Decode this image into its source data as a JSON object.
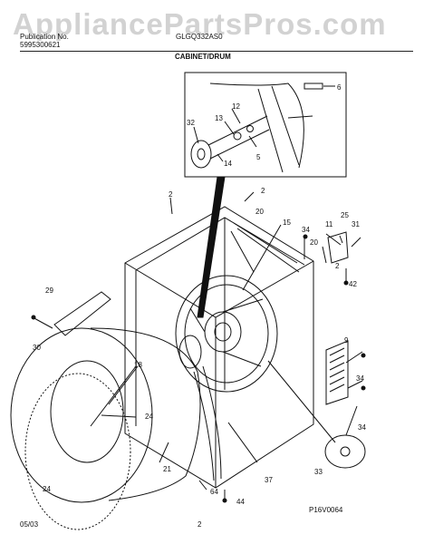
{
  "watermark": "AppliancePartsPros.com",
  "header": {
    "pub_label": "Publication No.",
    "pub_number": "5995300621",
    "model": "GLGQ332AS0",
    "section_title": "CABINET/DRUM"
  },
  "callouts": {
    "c6": "6",
    "c12": "12",
    "c13": "13",
    "c32": "32",
    "c14": "14",
    "c5": "5",
    "c2a": "2",
    "c2b": "2",
    "c20a": "20",
    "c15": "15",
    "c34a": "34",
    "c11": "11",
    "c25": "25",
    "c31": "31",
    "c20b": "20",
    "c2c": "2",
    "c42": "42",
    "c29": "29",
    "c30": "30",
    "c9": "9",
    "c18": "18",
    "c34b": "34",
    "c24a": "24",
    "c21": "21",
    "c34c": "34",
    "c33": "33",
    "c37": "37",
    "c24b": "24",
    "c64": "64",
    "c44": "44"
  },
  "footer": {
    "date": "05/03",
    "page": "2",
    "diagram_code": "P16V0064"
  }
}
